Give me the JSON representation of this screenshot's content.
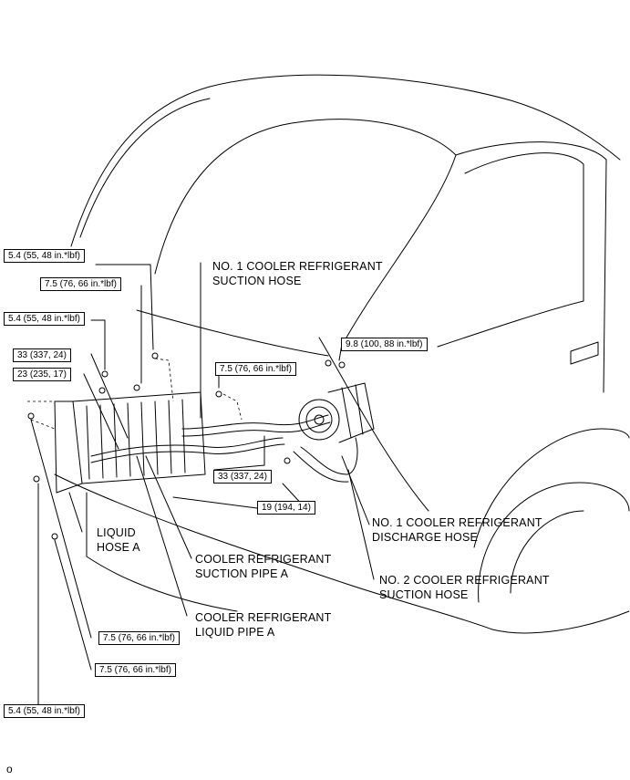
{
  "torque_labels": {
    "t1": "5.4 (55, 48 in.*lbf)",
    "t2": "7.5 (76, 66 in.*lbf)",
    "t3": "5.4 (55, 48 in.*lbf)",
    "t4": "33 (337, 24)",
    "t5": "23 (235, 17)",
    "t6": "7.5 (76, 66 in.*lbf)",
    "t7": "9.8 (100, 88 in.*lbf)",
    "t8": "33 (337, 24)",
    "t9": "19 (194, 14)",
    "t10": "7.5 (76, 66 in.*lbf)",
    "t11": "7.5 (76, 66 in.*lbf)",
    "t12": "5.4 (55, 48 in.*lbf)"
  },
  "part_labels": {
    "suction_hose_no1": [
      "NO. 1 COOLER REFRIGERANT",
      "SUCTION HOSE"
    ],
    "discharge_hose_no1": [
      "NO. 1 COOLER REFRIGERANT",
      "DISCHARGE HOSE"
    ],
    "suction_hose_no2": [
      "NO. 2 COOLER REFRIGERANT",
      "SUCTION HOSE"
    ],
    "liquid_hose_a": [
      "LIQUID",
      "HOSE A"
    ],
    "suction_pipe_a": [
      "COOLER REFRIGERANT",
      "SUCTION PIPE A"
    ],
    "liquid_pipe_a": [
      "COOLER REFRIGERANT",
      "LIQUID PIPE A"
    ]
  },
  "footer_mark": "o"
}
